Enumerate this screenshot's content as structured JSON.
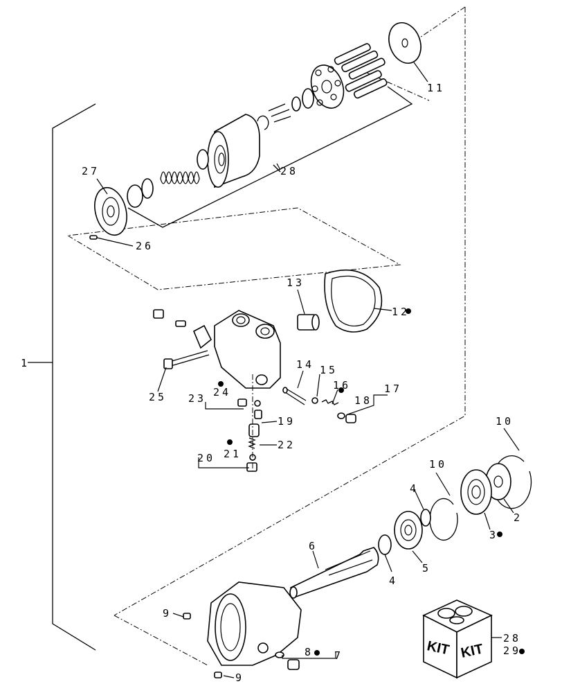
{
  "labels": {
    "l1": "1",
    "l2": "2",
    "l3": "3",
    "l4a": "4",
    "l4b": "4",
    "l5": "5",
    "l6": "6",
    "l7": "7",
    "l8": "8",
    "l9a": "9",
    "l9b": "9",
    "l10a": "10",
    "l10b": "10",
    "l11": "11",
    "l12": "12",
    "l13": "13",
    "l14": "14",
    "l15": "15",
    "l16": "16",
    "l17": "17",
    "l18": "18",
    "l19": "19",
    "l20": "20",
    "l21": "21",
    "l22": "22",
    "l23": "23",
    "l24": "24",
    "l25": "25",
    "l26": "26",
    "l27": "27",
    "l28a": "28",
    "l28b": "28",
    "l29": "29"
  },
  "kit": {
    "face1": "KIT",
    "face2": "KIT"
  },
  "colors": {
    "line": "#000000",
    "background": "#ffffff"
  }
}
